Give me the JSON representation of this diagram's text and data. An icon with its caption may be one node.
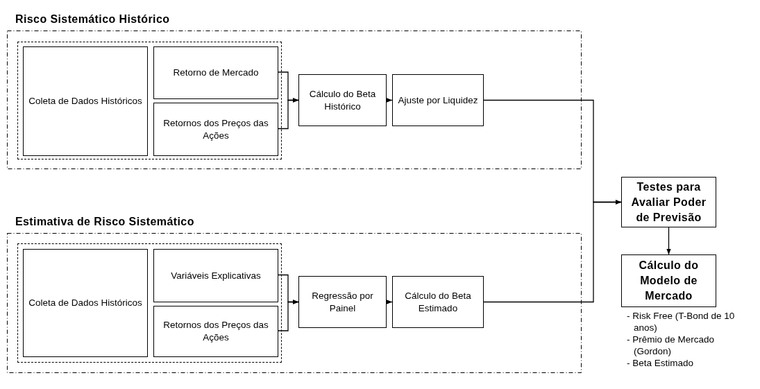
{
  "diagram": {
    "nodes": [
      {
        "text": [
          "Risco Sistemático Histórico"
        ]
      },
      {
        "text": [],
        "shape": "box",
        "in": 0
      },
      {
        "text": [
          "Coleta de Dados Históricos"
        ],
        "in": 1
      },
      {
        "text": [
          "Retorno de Mercado"
        ],
        "in": 1
      },
      {
        "text": [
          "Retornos dos Preços das Ações"
        ],
        "in": 1
      },
      {
        "text": [
          "Cálculo do Beta Histórico"
        ],
        "in": 0
      },
      {
        "text": [
          "Ajuste por Liquidez"
        ],
        "in": 0
      },
      {
        "text": [
          "Estimativa de Risco Sistemático"
        ]
      },
      {
        "text": [],
        "shape": "box",
        "in": 7
      },
      {
        "text": [
          "Coleta de Dados Históricos"
        ],
        "in": 8
      },
      {
        "text": [
          "Variáveis Explicativas"
        ],
        "in": 8
      },
      {
        "text": [
          "Retornos dos Preços das Ações"
        ],
        "in": 8
      },
      {
        "text": [
          "Regressão por Painel"
        ],
        "in": 7
      },
      {
        "text": [
          "Cálculo do Beta Estimado"
        ],
        "in": 7
      },
      {
        "text": [
          "Testes para Avaliar Poder de Previsão"
        ]
      },
      {
        "text": [
          "Cálculo do Modelo de Mercado"
        ],
        "beside": [
          "- Risk Free (T-Bond de 10 anos)",
          "- Prêmio de Mercado (Gordon)",
          "- Beta Estimado"
        ]
      }
    ],
    "edges": [
      {
        "from": 3,
        "to": 5,
        "arrow": "to"
      },
      {
        "from": 4,
        "to": 5,
        "arrow": "to"
      },
      {
        "from": 5,
        "to": 6,
        "arrow": "to"
      },
      {
        "from": 6,
        "to": 14,
        "arrow": "to"
      },
      {
        "from": 10,
        "to": 12,
        "arrow": "to"
      },
      {
        "from": 11,
        "to": 12,
        "arrow": "to"
      },
      {
        "from": 12,
        "to": 13,
        "arrow": "to"
      },
      {
        "from": 13,
        "to": 14,
        "arrow": "to"
      },
      {
        "from": 14,
        "to": 15,
        "arrow": "to"
      }
    ]
  }
}
